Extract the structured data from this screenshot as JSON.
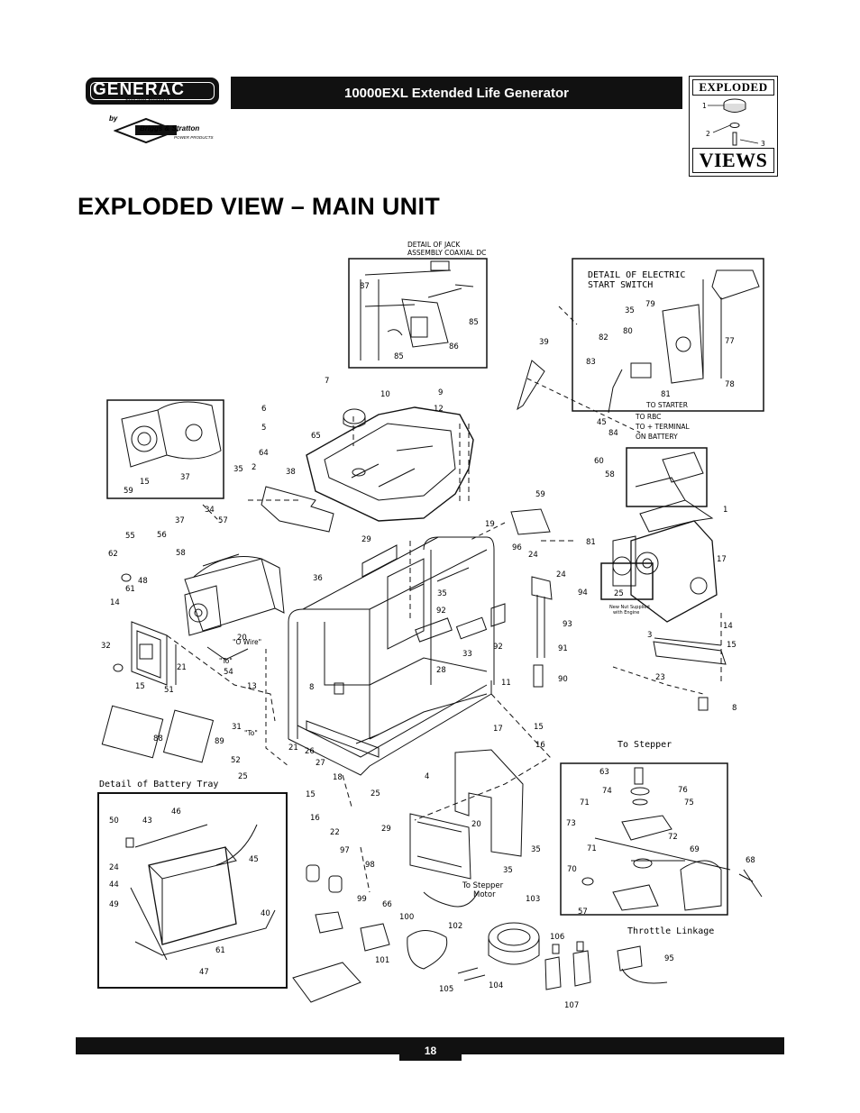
{
  "header": {
    "brand": "GENERAC",
    "brand_sub": "Portable Products",
    "by": "by",
    "partner": "Briggs & Stratton",
    "partner_sub": "POWER PRODUCTS",
    "title": "10000EXL Extended Life Generator",
    "badge_top": "EXPLODED",
    "badge_bottom": "VIEWS"
  },
  "page": {
    "heading": "EXPLODED VIEW – MAIN UNIT",
    "number": "18"
  },
  "details": {
    "jack": "DETAIL OF JACK",
    "jack2": "ASSEMBLY COAXIAL DC",
    "start": "DETAIL OF ELECTRIC",
    "start2": "START SWITCH",
    "to_starter": "TO STARTER",
    "to_rbc": "TO RBC",
    "to_terminal": "TO + TERMINAL",
    "on_battery": "ON BATTERY",
    "battery_tray": "Detail of Battery Tray",
    "to_stepper": "To Stepper",
    "to_stepper_motor": "To Stepper",
    "motor": "Motor",
    "throttle": "Throttle Linkage",
    "new_nut": "New Nut Supplied",
    "with_engine": "with Engine",
    "o_wire": "\"O Wire\"",
    "t_wire": "\"To\"",
    "t_wire2": "\"To\""
  },
  "parts": {
    "p1": "1",
    "p2": "2",
    "p3": "3",
    "p4": "4",
    "p5": "5",
    "p6": "6",
    "p7": "7",
    "p8": "8",
    "p9": "9",
    "p10": "10",
    "p11": "11",
    "p12": "12",
    "p13": "13",
    "p14": "14",
    "p15": "15",
    "p16": "16",
    "p17": "17",
    "p18": "18",
    "p19": "19",
    "p20": "20",
    "p21": "21",
    "p22": "22",
    "p23": "23",
    "p24": "24",
    "p25": "25",
    "p26": "26",
    "p27": "27",
    "p28": "28",
    "p29": "29",
    "p31": "31",
    "p32": "32",
    "p33": "33",
    "p34": "34",
    "p35": "35",
    "p36": "36",
    "p37": "37",
    "p38": "38",
    "p39": "39",
    "p40": "40",
    "p43": "43",
    "p44": "44",
    "p45": "45",
    "p46": "46",
    "p47": "47",
    "p48": "48",
    "p49": "49",
    "p50": "50",
    "p51": "51",
    "p52": "52",
    "p54": "54",
    "p55": "55",
    "p56": "56",
    "p57": "57",
    "p58": "58",
    "p59": "59",
    "p60": "60",
    "p61": "61",
    "p62": "62",
    "p63": "63",
    "p64": "64",
    "p65": "65",
    "p66": "66",
    "p68": "68",
    "p69": "69",
    "p70": "70",
    "p71": "71",
    "p72": "72",
    "p73": "73",
    "p74": "74",
    "p75": "75",
    "p76": "76",
    "p77": "77",
    "p78": "78",
    "p79": "79",
    "p80": "80",
    "p81": "81",
    "p82": "82",
    "p83": "83",
    "p84": "84",
    "p85": "85",
    "p86": "86",
    "p87": "87",
    "p88": "88",
    "p89": "89",
    "p90": "90",
    "p91": "91",
    "p92": "92",
    "p93": "93",
    "p94": "94",
    "p95": "95",
    "p96": "96",
    "p97": "97",
    "p98": "98",
    "p99": "99",
    "p100": "100",
    "p101": "101",
    "p102": "102",
    "p103": "103",
    "p104": "104",
    "p105": "105",
    "p106": "106",
    "p107": "107",
    "badge1": "1",
    "badge2": "2",
    "badge3": "3"
  }
}
